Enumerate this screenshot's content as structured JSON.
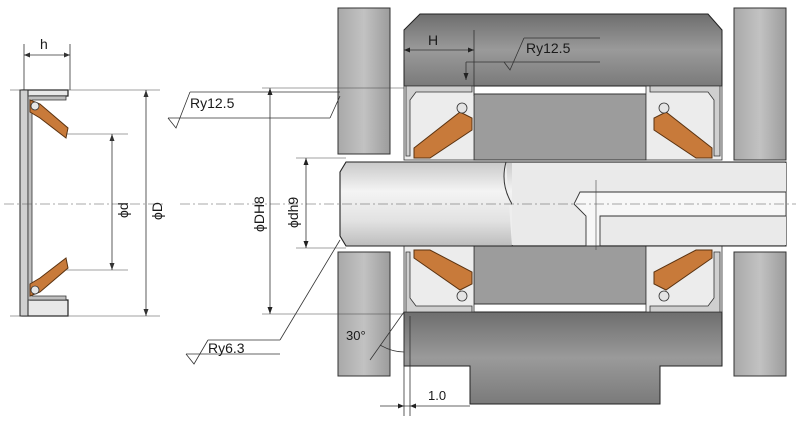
{
  "labels": {
    "h": "h",
    "phi_d": "ϕd",
    "phi_D": "ϕD",
    "ry_top_left": "Ry12.5",
    "phi_DH8": "ϕDH8",
    "phi_dh9": "ϕdh9",
    "ry_bottom_left": "Ry6.3",
    "H": "H",
    "ry_top_right": "Ry12.5",
    "angle": "30°",
    "chamfer": "1.0"
  },
  "colors": {
    "housing": "#9a9a9a",
    "housing_dark": "#7d7d7d",
    "shaft": "#d8d8d8",
    "shaft_light": "#f2f2f2",
    "seal_lip": "#c87a3a",
    "seal_case": "#cfcfcf"
  }
}
